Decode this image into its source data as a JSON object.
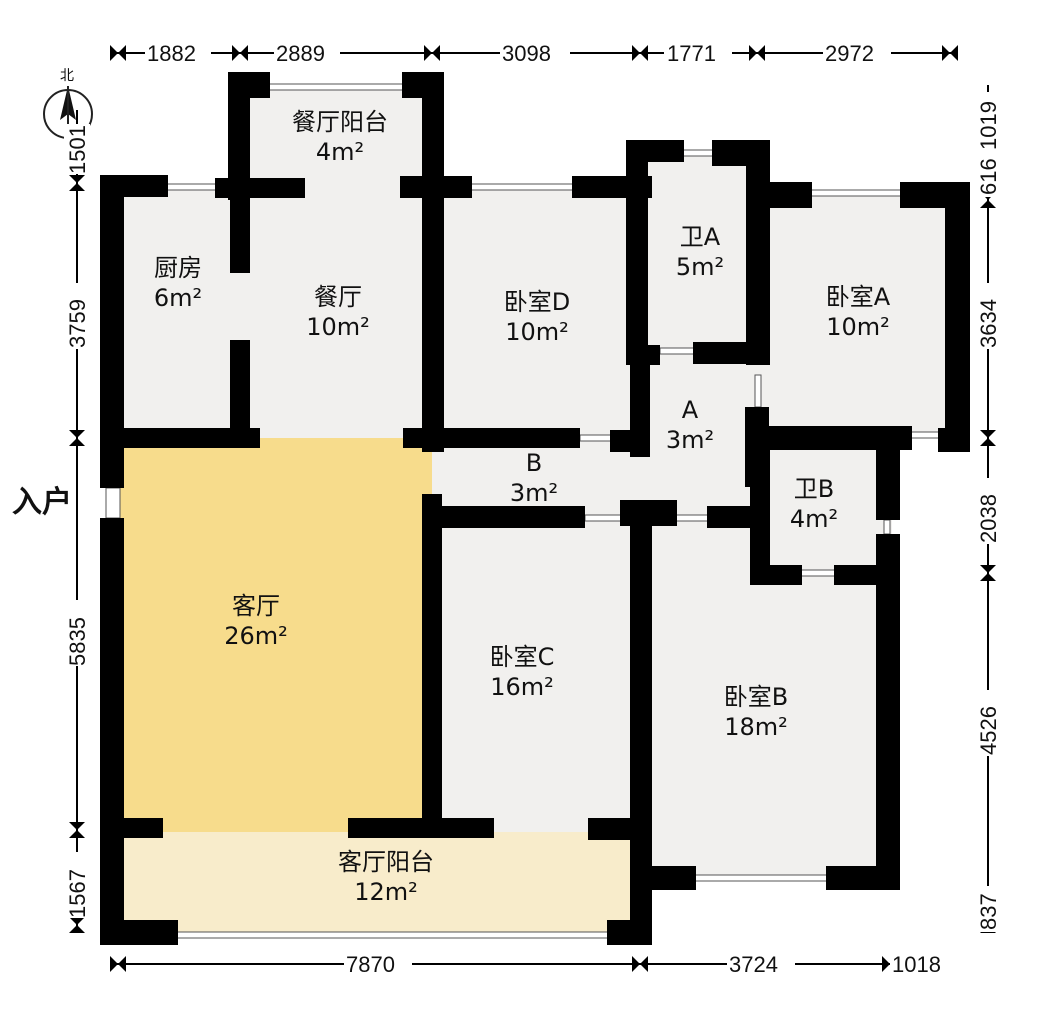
{
  "rooms": {
    "dining_balcony": {
      "name": "餐厅阳台",
      "area": "4m²"
    },
    "kitchen": {
      "name": "厨房",
      "area": "6m²"
    },
    "dining": {
      "name": "餐厅",
      "area": "10m²"
    },
    "bedroom_d": {
      "name": "卧室D",
      "area": "10m²"
    },
    "bath_a": {
      "name": "卫A",
      "area": "5m²"
    },
    "bedroom_a": {
      "name": "卧室A",
      "area": "10m²"
    },
    "hall_a": {
      "name": "A",
      "area": "3m²"
    },
    "hall_b": {
      "name": "B",
      "area": "3m²"
    },
    "bath_b": {
      "name": "卫B",
      "area": "4m²"
    },
    "living": {
      "name": "客厅",
      "area": "26m²"
    },
    "bedroom_c": {
      "name": "卧室C",
      "area": "16m²"
    },
    "bedroom_b": {
      "name": "卧室B",
      "area": "18m²"
    },
    "living_balcony": {
      "name": "客厅阳台",
      "area": "12m²"
    }
  },
  "entrance_label": "入户",
  "compass_label": "北",
  "dimensions": {
    "top": [
      "1882",
      "2889",
      "3098",
      "1771",
      "2972"
    ],
    "bottom": [
      "7870",
      "3724",
      "1018"
    ],
    "left": [
      "1501",
      "3759",
      "5835",
      "1567"
    ],
    "right": [
      "1019",
      "616",
      "3634",
      "2038",
      "4526",
      "837"
    ]
  },
  "colors": {
    "floor": "#f1f0ee",
    "living_floor": "#f7dc8c",
    "balcony_floor": "#f8eccb",
    "wall": "#000000"
  }
}
